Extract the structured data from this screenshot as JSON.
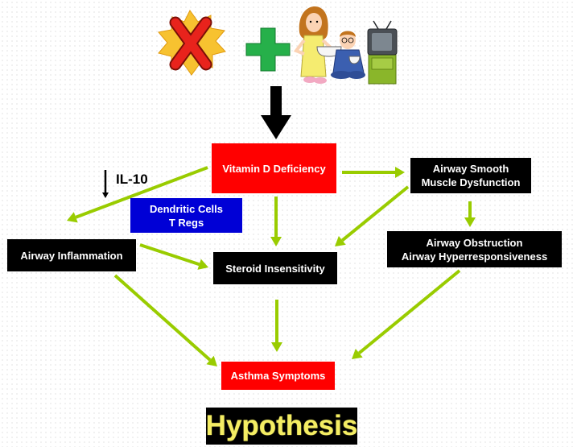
{
  "diagram": {
    "nodes": {
      "vitamin_d": {
        "lines": [
          "Vitamin D Deficiency"
        ]
      },
      "airway_smooth_muscle": {
        "lines": [
          "Airway Smooth",
          "Muscle Dysfunction"
        ]
      },
      "dendritic_cells": {
        "lines": [
          "Dendritic Cells",
          "T Regs"
        ]
      },
      "airway_inflammation": {
        "lines": [
          "Airway Inflammation"
        ]
      },
      "steroid_insensitivity": {
        "lines": [
          "Steroid Insensitivity"
        ]
      },
      "airway_obstruction": {
        "lines": [
          "Airway Obstruction",
          "Airway Hyperresponsiveness"
        ]
      },
      "asthma_symptoms": {
        "lines": [
          "Asthma Symptoms"
        ]
      }
    },
    "annotation": {
      "label": "IL-10",
      "direction": "down"
    },
    "banner": {
      "title": "Hypothesis"
    },
    "edges": [
      {
        "from": "illustration",
        "to": "vitamin_d"
      },
      {
        "from": "vitamin_d",
        "to": "airway_smooth_muscle"
      },
      {
        "from": "vitamin_d",
        "to": "airway_inflammation"
      },
      {
        "from": "vitamin_d",
        "to": "steroid_insensitivity"
      },
      {
        "from": "airway_smooth_muscle",
        "to": "steroid_insensitivity"
      },
      {
        "from": "airway_smooth_muscle",
        "to": "airway_obstruction"
      },
      {
        "from": "airway_inflammation",
        "to": "steroid_insensitivity"
      },
      {
        "from": "airway_inflammation",
        "to": "asthma_symptoms"
      },
      {
        "from": "steroid_insensitivity",
        "to": "asthma_symptoms"
      },
      {
        "from": "airway_obstruction",
        "to": "asthma_symptoms"
      }
    ],
    "illustration": {
      "icons": [
        "sun-icon",
        "red-x-icon",
        "green-plus-icon",
        "mother-child-icon",
        "television-icon"
      ]
    },
    "colors": {
      "flow_arrow": "#99cc00",
      "main_arrow": "#000000",
      "node_primary": "#ff0000",
      "node_secondary": "#000000",
      "node_immune": "#0000d6",
      "banner_text": "#f4ed63",
      "sun": "#f7c230",
      "cross": "#e8231c",
      "plus": "#26b04a"
    }
  }
}
